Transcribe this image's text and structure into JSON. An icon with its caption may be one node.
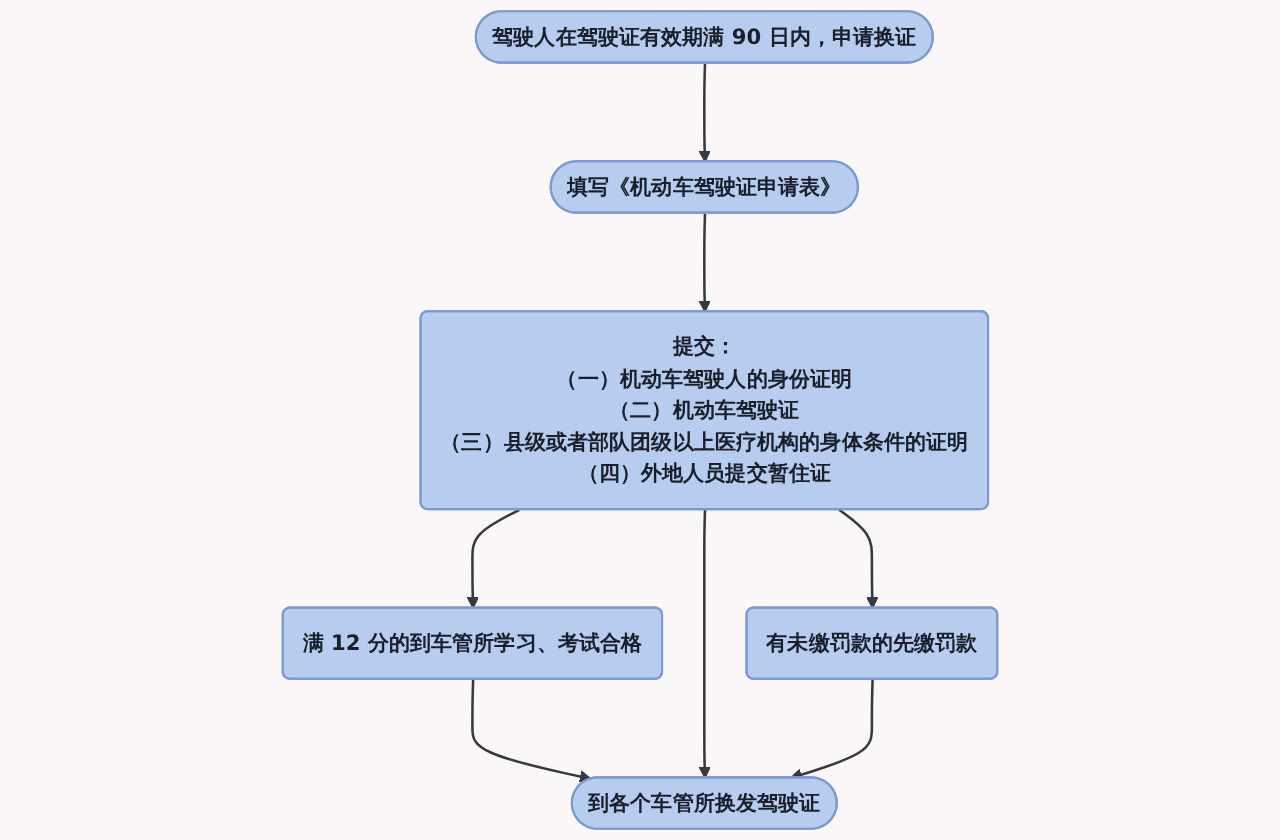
{
  "diagram": {
    "nodes": [
      {
        "text": [
          "驾驶人在驾驶证有效期满 90 日内，申请换证"
        ]
      },
      {
        "text": [
          "填写《机动车驾驶证申请表》"
        ]
      },
      {
        "text": [
          "提交：",
          "（一）机动车驾驶人的身份证明",
          "（二）机动车驾驶证",
          "（三）县级或者部队团级以上医疗机构的身体条件的证明",
          "（四）外地人员提交暂住证"
        ]
      },
      {
        "text": [
          "满 12 分的到车管所学习、考试合格"
        ]
      },
      {
        "text": [
          "有未缴罚款的先缴罚款"
        ]
      },
      {
        "text": [
          "到各个车管所换发驾驶证"
        ]
      }
    ],
    "edges": [
      {
        "from": 0,
        "to": 1,
        "arrow": "to"
      },
      {
        "from": 1,
        "to": 2,
        "arrow": "to"
      },
      {
        "from": 2,
        "to": 3,
        "arrow": "to"
      },
      {
        "from": 2,
        "to": 4,
        "arrow": "to"
      },
      {
        "from": 3,
        "to": 5,
        "arrow": "to"
      },
      {
        "from": 2,
        "to": 5,
        "arrow": "to"
      },
      {
        "from": 4,
        "to": 5,
        "arrow": "to"
      }
    ]
  }
}
